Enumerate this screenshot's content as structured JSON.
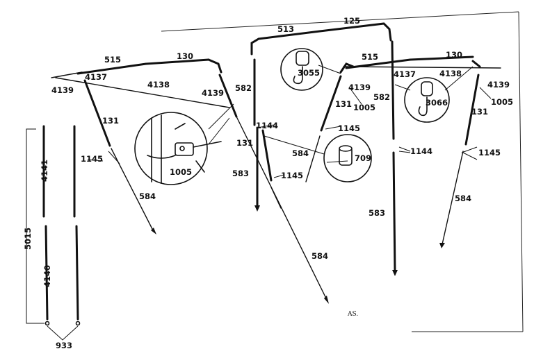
{
  "diagram": {
    "callouts": [
      {
        "id": "c515a",
        "text": "515"
      },
      {
        "id": "c130a",
        "text": "130"
      },
      {
        "id": "c513",
        "text": "513"
      },
      {
        "id": "c125",
        "text": "125"
      },
      {
        "id": "c515b",
        "text": "515"
      },
      {
        "id": "c130b",
        "text": "130"
      },
      {
        "id": "c4137a",
        "text": "4137"
      },
      {
        "id": "c4139a",
        "text": "4139"
      },
      {
        "id": "c4138a",
        "text": "4138"
      },
      {
        "id": "c4139b",
        "text": "4139"
      },
      {
        "id": "c582a",
        "text": "582"
      },
      {
        "id": "c3055",
        "text": "3055"
      },
      {
        "id": "c4137b",
        "text": "4137"
      },
      {
        "id": "c4138b",
        "text": "4138"
      },
      {
        "id": "c4139c",
        "text": "4139"
      },
      {
        "id": "c4139d",
        "text": "4139"
      },
      {
        "id": "c1005a",
        "text": "1005"
      },
      {
        "id": "c582b",
        "text": "582"
      },
      {
        "id": "c3066",
        "text": "3066"
      },
      {
        "id": "c1005b",
        "text": "1005"
      },
      {
        "id": "c131a",
        "text": "131"
      },
      {
        "id": "c131b",
        "text": "131"
      },
      {
        "id": "c131c",
        "text": "131"
      },
      {
        "id": "c131d",
        "text": "131"
      },
      {
        "id": "c1144a",
        "text": "1144"
      },
      {
        "id": "c1145a",
        "text": "1145"
      },
      {
        "id": "c1145b",
        "text": "1145"
      },
      {
        "id": "c1145c",
        "text": "1145"
      },
      {
        "id": "c1145d",
        "text": "1145"
      },
      {
        "id": "c1144b",
        "text": "1144"
      },
      {
        "id": "c584a",
        "text": "584"
      },
      {
        "id": "c584b",
        "text": "584"
      },
      {
        "id": "c584c",
        "text": "584"
      },
      {
        "id": "c584d",
        "text": "584"
      },
      {
        "id": "c583a",
        "text": "583"
      },
      {
        "id": "c583b",
        "text": "583"
      },
      {
        "id": "c1005c",
        "text": "1005"
      },
      {
        "id": "c709",
        "text": "709"
      },
      {
        "id": "c4141",
        "text": "4141"
      },
      {
        "id": "c4140",
        "text": "4140"
      },
      {
        "id": "c5015",
        "text": "5015"
      },
      {
        "id": "c933",
        "text": "933"
      }
    ],
    "page_mark": "AS."
  }
}
